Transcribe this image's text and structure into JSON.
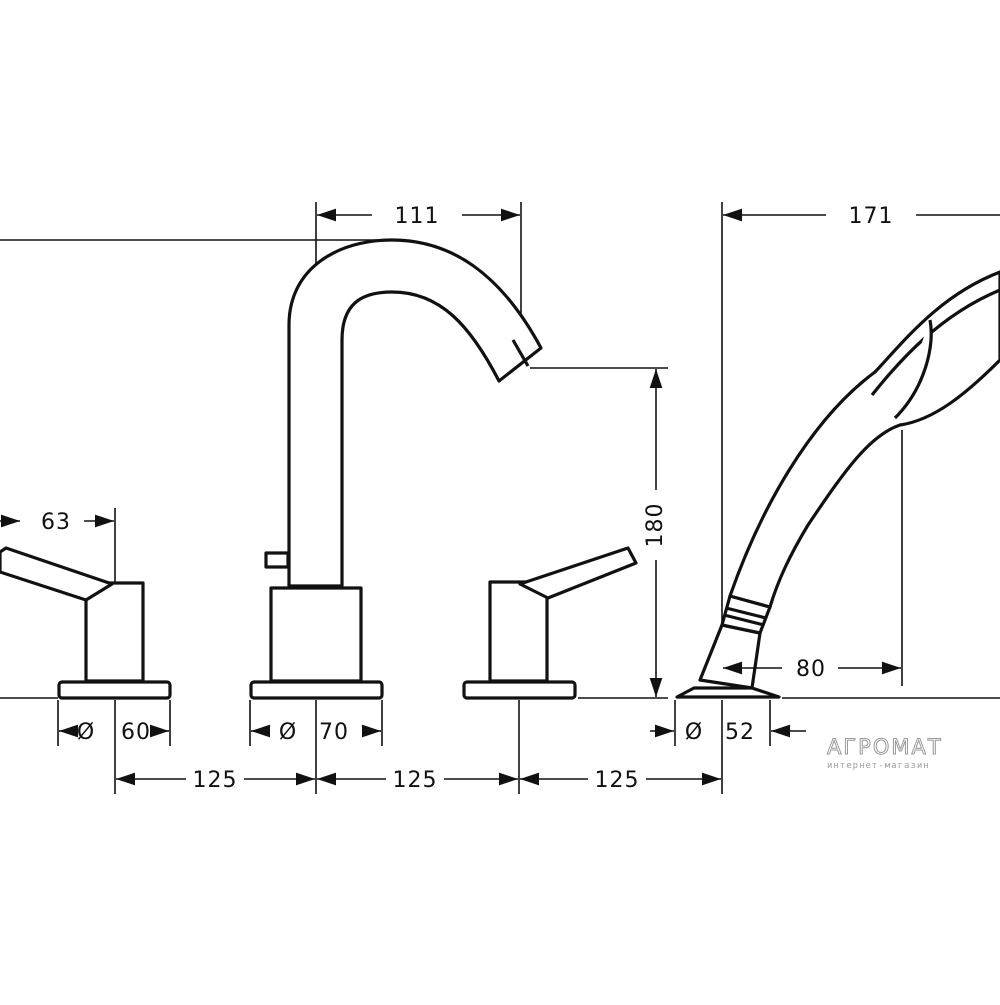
{
  "dimensions": {
    "spout_reach": "111",
    "shower_length": "171",
    "lever_length": "63",
    "spout_height": "180",
    "shower_offset": "80",
    "handle_base_diameter": "60",
    "spout_base_diameter": "70",
    "shower_base_diameter": "52",
    "spacing_1": "125",
    "spacing_2": "125",
    "spacing_3": "125"
  },
  "symbols": {
    "diameter": "Ø"
  },
  "watermark": {
    "title": "АГРОМАТ",
    "subtitle": "интернет-магазин"
  },
  "colors": {
    "line": "#111111",
    "watermark": "#9a9a9a"
  }
}
